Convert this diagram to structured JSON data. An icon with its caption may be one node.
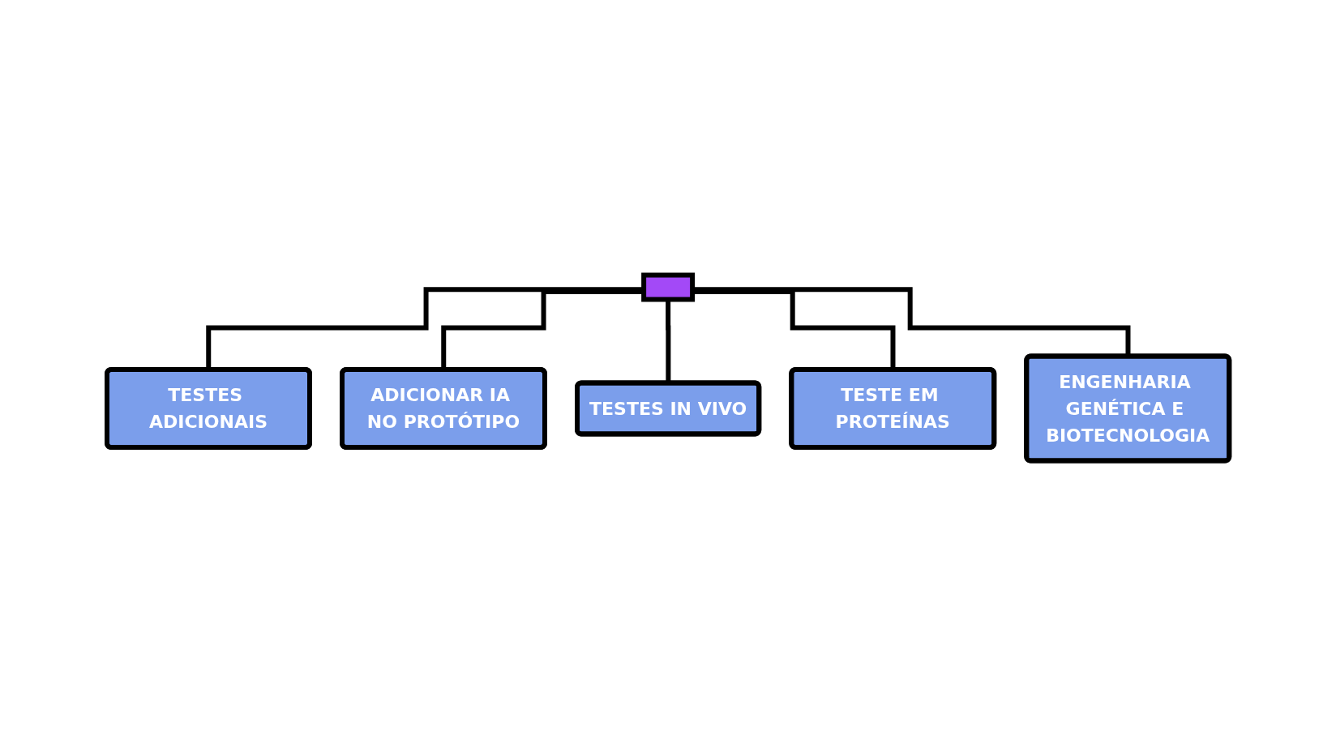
{
  "diagram": {
    "nodes": [
      {
        "text": [],
        "shape": "box"
      },
      {
        "text": [
          "TESTES ADICIONAIS"
        ]
      },
      {
        "text": [
          "ADICIONAR IA NO PROTÓTIPO"
        ]
      },
      {
        "text": [
          "TESTES IN VIVO"
        ]
      },
      {
        "text": [
          "TESTE EM PROTEÍNAS"
        ]
      },
      {
        "text": [
          "ENGENHARIA GENÉTICA E BIOTECNOLOGIA"
        ]
      }
    ],
    "edges": [
      {
        "from": 0,
        "to": 1,
        "arrow": "none"
      },
      {
        "from": 0,
        "to": 2,
        "arrow": "none"
      },
      {
        "from": 0,
        "to": 3,
        "arrow": "none"
      },
      {
        "from": 0,
        "to": 4,
        "arrow": "none"
      },
      {
        "from": 0,
        "to": 5,
        "arrow": "none"
      }
    ]
  }
}
